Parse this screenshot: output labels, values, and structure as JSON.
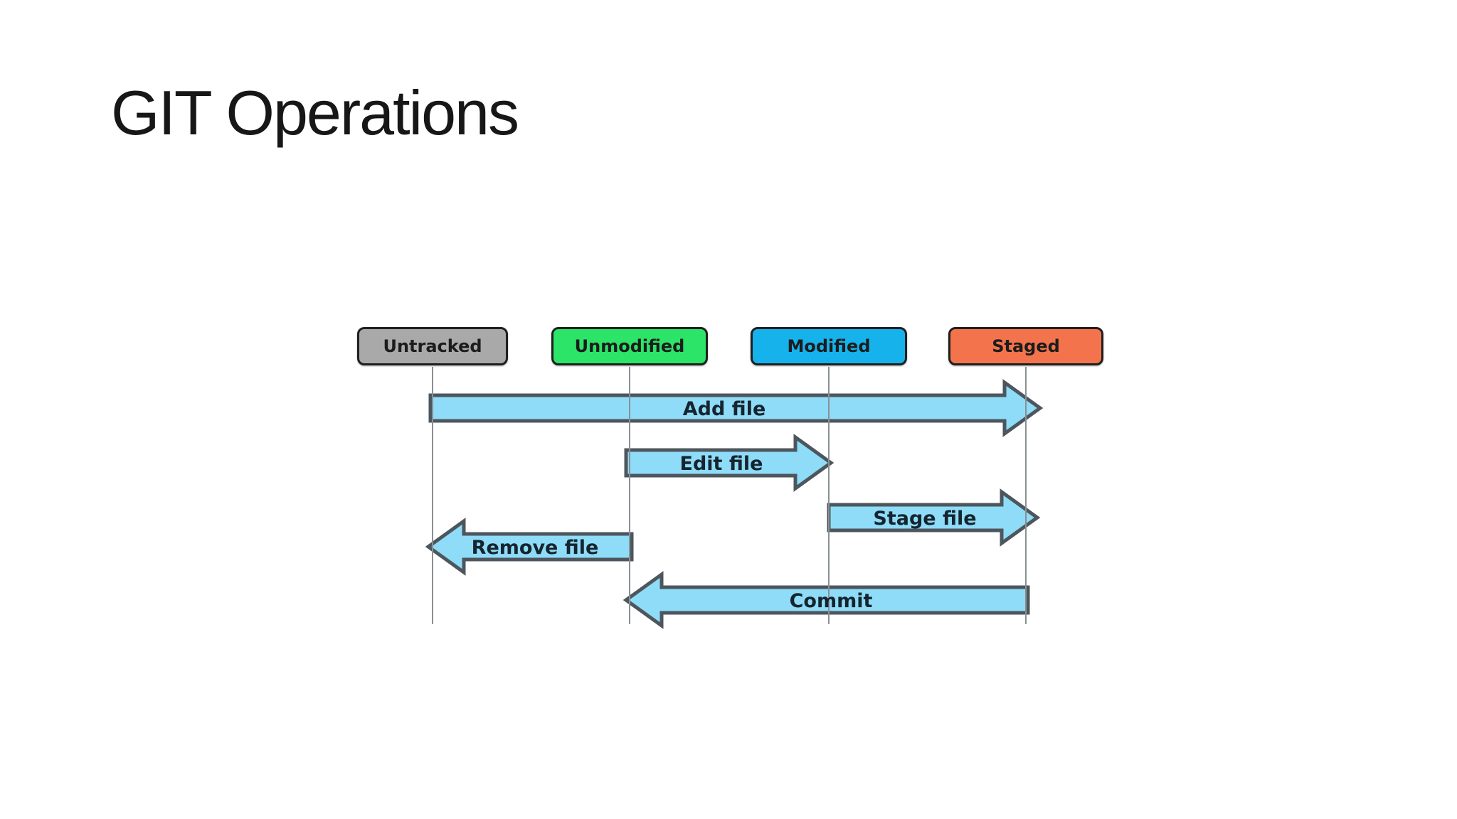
{
  "slide": {
    "title": "GIT Operations",
    "background": "#ffffff"
  },
  "diagram": {
    "states": [
      {
        "id": "untracked",
        "label": "Untracked",
        "color": "#a9a9a9"
      },
      {
        "id": "unmodified",
        "label": "Unmodified",
        "color": "#2be468"
      },
      {
        "id": "modified",
        "label": "Modified",
        "color": "#16b2ec"
      },
      {
        "id": "staged",
        "label": "Staged",
        "color": "#f3744c"
      }
    ],
    "operations": [
      {
        "label": "Add file",
        "from": "Untracked",
        "to": "Staged",
        "direction": "right"
      },
      {
        "label": "Edit file",
        "from": "Unmodified",
        "to": "Modified",
        "direction": "right"
      },
      {
        "label": "Stage file",
        "from": "Modified",
        "to": "Staged",
        "direction": "right"
      },
      {
        "label": "Remove file",
        "from": "Unmodified",
        "to": "Untracked",
        "direction": "left"
      },
      {
        "label": "Commit",
        "from": "Staged",
        "to": "Unmodified",
        "direction": "left"
      }
    ],
    "style": {
      "arrow_fill": "#8edcf8",
      "arrow_border": "#4d565c",
      "label_color": "#15242e",
      "lifeline_color": "#8a9094",
      "box_border": "#1f1f1f",
      "title_color": "#171717"
    }
  }
}
